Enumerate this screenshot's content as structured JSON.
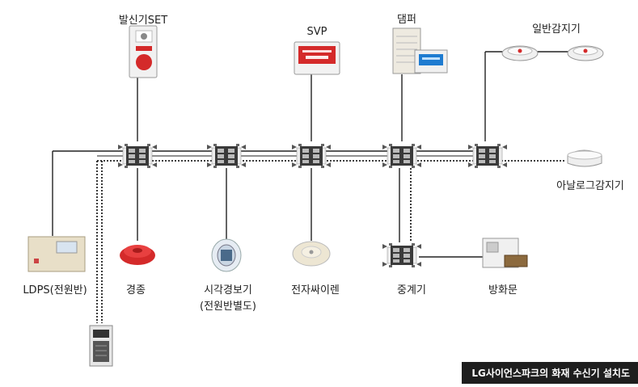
{
  "labels": {
    "transmitter_set": "발신기SET",
    "svp": "SVP",
    "damper": "댐퍼",
    "general_detector": "일반감지기",
    "analog_detector": "아날로그감지기",
    "ldps": "LDPS(전원반)",
    "bell": "경종",
    "visual_alarm_line1": "시각경보기",
    "visual_alarm_line2": "(전원반별도)",
    "siren": "전자싸이렌",
    "relay": "중계기",
    "fire_door": "방화문"
  },
  "caption": "LG사이언스파크의 화재 수신기 설치도",
  "colors": {
    "line": "#222222",
    "caption_bg": "#1e1e1e",
    "red": "#d42a2a",
    "relay_body": "#3a3a3a",
    "panel_beige": "#e8dfc8"
  }
}
